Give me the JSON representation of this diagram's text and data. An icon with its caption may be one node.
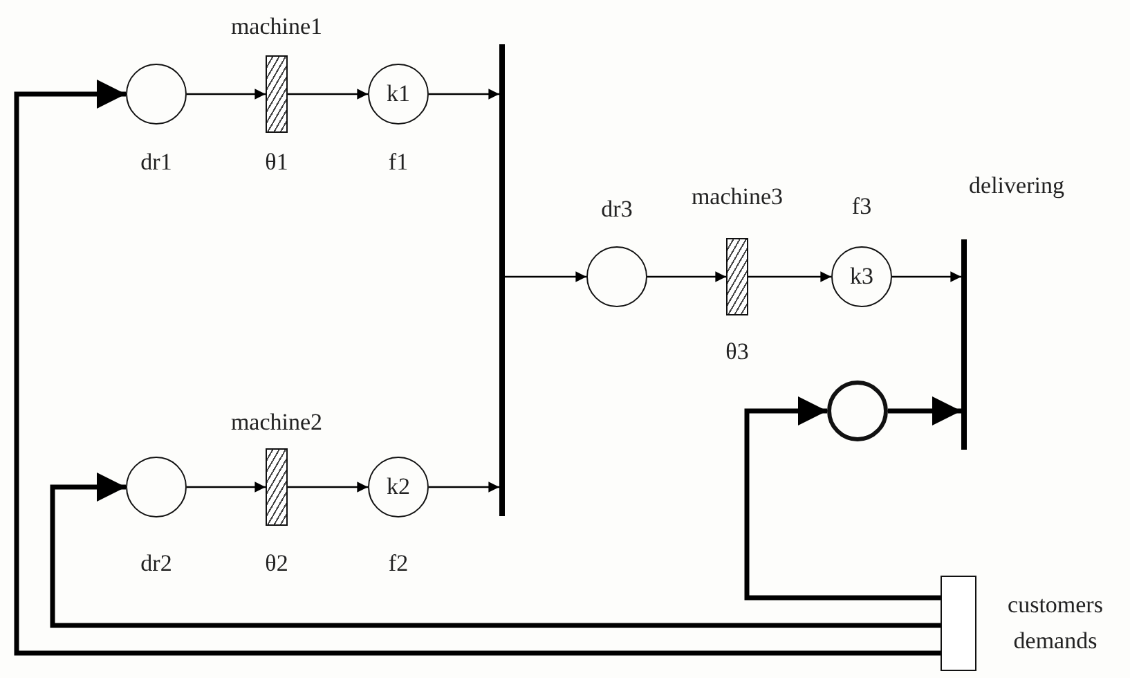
{
  "diagram": {
    "nodes": [
      {
        "text": [],
        "shape": "circle",
        "beside": [
          "dr1"
        ]
      },
      {
        "text": [],
        "shape": "box",
        "beside": [
          "machine1",
          "θ1"
        ]
      },
      {
        "text": [
          "k1"
        ],
        "beside": [
          "f1"
        ]
      },
      {
        "text": [],
        "shape": "bar"
      },
      {
        "text": [],
        "shape": "circle",
        "beside": [
          "dr2"
        ]
      },
      {
        "text": [],
        "shape": "box",
        "beside": [
          "machine2",
          "θ2"
        ]
      },
      {
        "text": [
          "k2"
        ],
        "beside": [
          "f2"
        ]
      },
      {
        "text": [],
        "shape": "circle",
        "beside": [
          "dr3"
        ]
      },
      {
        "text": [],
        "shape": "box",
        "beside": [
          "machine3",
          "θ3"
        ]
      },
      {
        "text": [
          "k3"
        ],
        "beside": [
          "f3"
        ]
      },
      {
        "text": [],
        "shape": "bar",
        "beside": [
          "delivering"
        ]
      },
      {
        "text": [],
        "shape": "circle"
      },
      {
        "text": [],
        "shape": "box",
        "beside": [
          "customers demands"
        ]
      }
    ],
    "edges": [
      {
        "from": 0,
        "to": 1,
        "arrow": "to"
      },
      {
        "from": 1,
        "to": 2,
        "arrow": "to"
      },
      {
        "from": 2,
        "to": 3,
        "arrow": "to"
      },
      {
        "from": 4,
        "to": 5,
        "arrow": "to"
      },
      {
        "from": 5,
        "to": 6,
        "arrow": "to"
      },
      {
        "from": 6,
        "to": 3,
        "arrow": "to"
      },
      {
        "from": 3,
        "to": 7,
        "arrow": "to"
      },
      {
        "from": 7,
        "to": 8,
        "arrow": "to"
      },
      {
        "from": 8,
        "to": 9,
        "arrow": "to"
      },
      {
        "from": 9,
        "to": 10,
        "arrow": "to"
      },
      {
        "from": 11,
        "to": 10,
        "arrow": "to",
        "style": "thick"
      },
      {
        "from": 12,
        "to": 11,
        "arrow": "to",
        "style": "thick"
      },
      {
        "from": 12,
        "to": 4,
        "arrow": "to",
        "style": "thick"
      },
      {
        "from": 12,
        "to": 0,
        "arrow": "to",
        "style": "thick"
      }
    ]
  }
}
